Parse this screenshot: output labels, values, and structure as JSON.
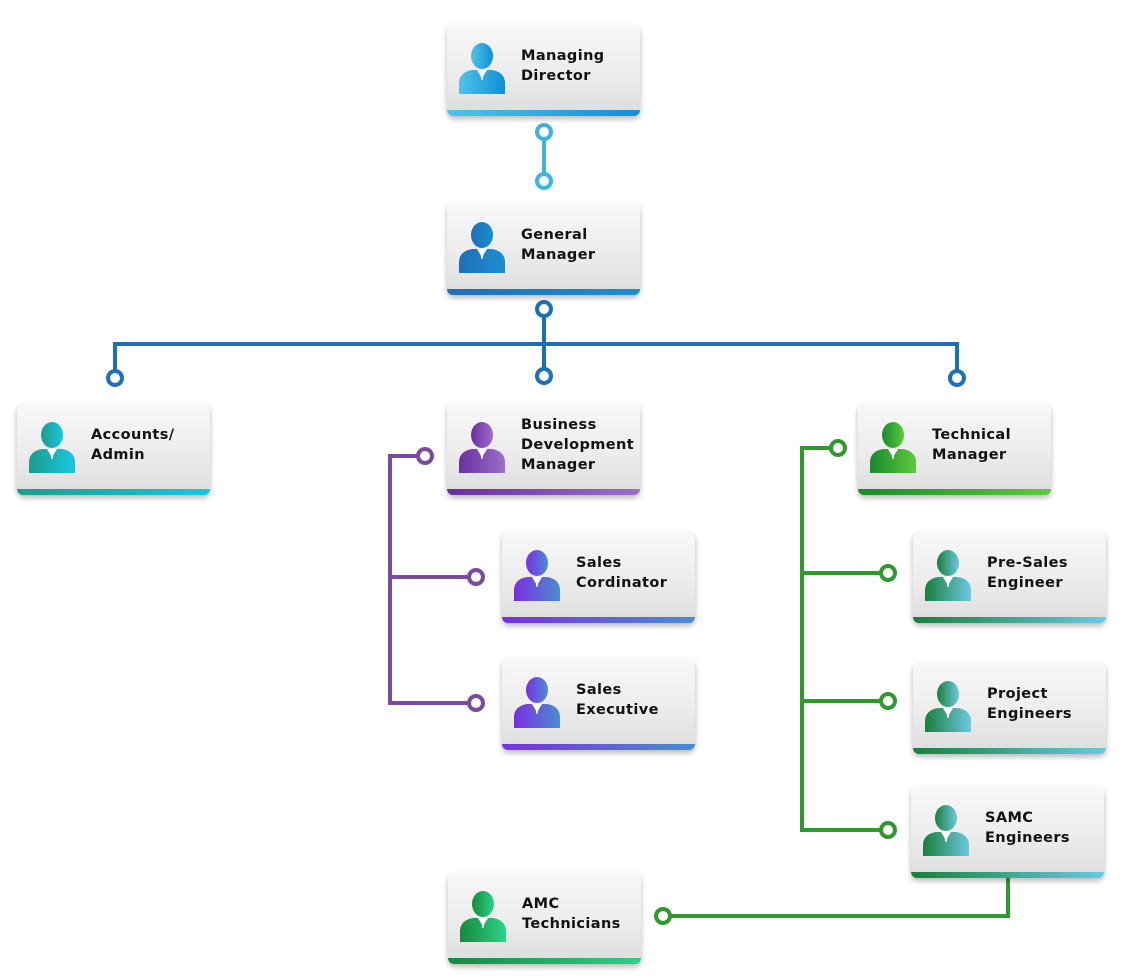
{
  "nodes": [
    {
      "id": "managing-director",
      "lines": [
        "Managing",
        "Director"
      ],
      "color_a": "#4fc3e8",
      "color_b": "#0f8fd8"
    },
    {
      "id": "general-manager",
      "lines": [
        "General",
        "Manager"
      ],
      "color_a": "#1e6fb8",
      "color_b": "#1b8fd0"
    },
    {
      "id": "accounts-admin",
      "lines": [
        "Accounts/",
        "Admin"
      ],
      "color_a": "#1b9e8c",
      "color_b": "#18c6e0"
    },
    {
      "id": "business-development-manager",
      "lines": [
        "Business",
        "Development",
        "Manager"
      ],
      "color_a": "#6b2fa0",
      "color_b": "#9a6fc8"
    },
    {
      "id": "technical-manager",
      "lines": [
        "Technical",
        "Manager"
      ],
      "color_a": "#1b8a2c",
      "color_b": "#5cc93d"
    },
    {
      "id": "sales-cordinator",
      "lines": [
        "Sales",
        "Cordinator"
      ],
      "color_a": "#7a2ee0",
      "color_b": "#4a8ed0"
    },
    {
      "id": "sales-executive",
      "lines": [
        "Sales",
        "Executive"
      ],
      "color_a": "#7a2ee0",
      "color_b": "#4a8ed0"
    },
    {
      "id": "pre-sales-engineer",
      "lines": [
        "Pre-Sales",
        "Engineer"
      ],
      "color_a": "#1a7f3a",
      "color_b": "#6cc8e2"
    },
    {
      "id": "project-engineers",
      "lines": [
        "Project",
        "Engineers"
      ],
      "color_a": "#1a7f3a",
      "color_b": "#6cc8e2"
    },
    {
      "id": "samc-engineers",
      "lines": [
        "SAMC",
        "Engineers"
      ],
      "color_a": "#1a7f3a",
      "color_b": "#6cc8e2"
    },
    {
      "id": "amc-technicians",
      "lines": [
        "AMC",
        "Technicians"
      ],
      "color_a": "#158a3c",
      "color_b": "#2fd08a"
    }
  ],
  "connector_colors": {
    "top": "#3cb4e0",
    "branch": "#1e6fb8",
    "business": "#7a4a9e",
    "technical": "#2e9a2e"
  }
}
